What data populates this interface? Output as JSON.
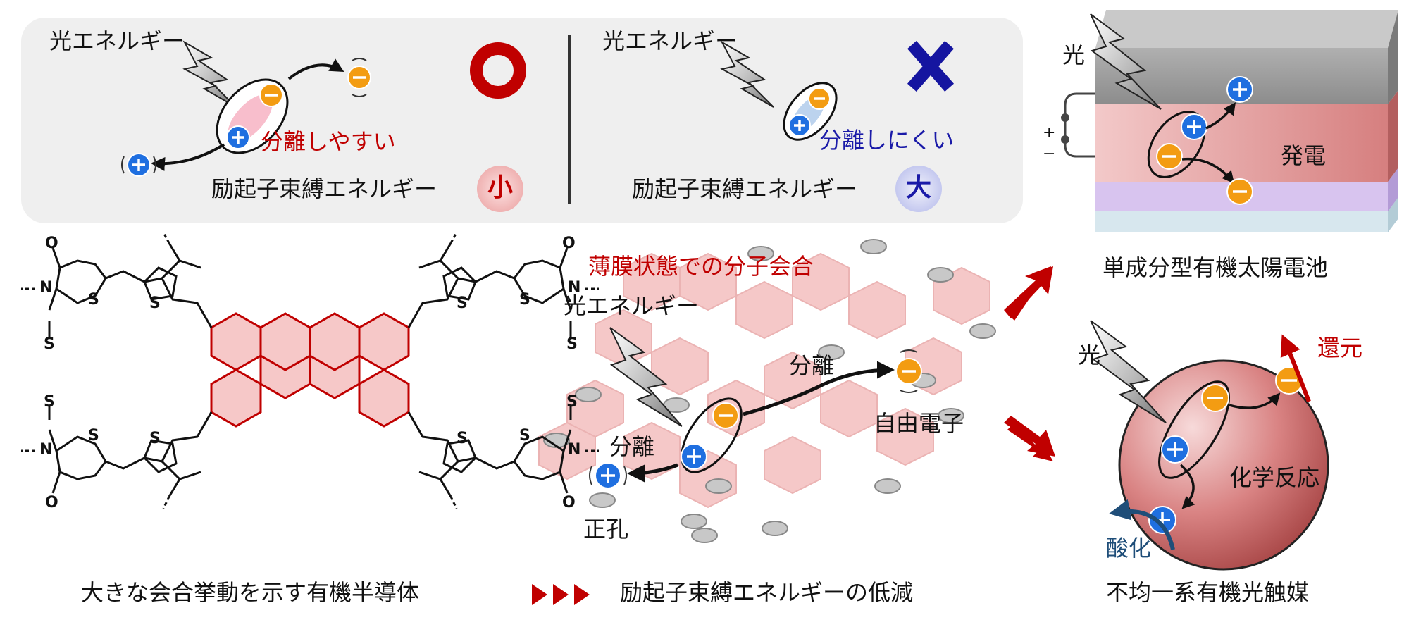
{
  "top_panel": {
    "left": {
      "light_label": "光エネルギー",
      "separation_label": "分離しやすい",
      "binding_label": "励起子束縛エネルギー",
      "size_badge": "小",
      "result_symbol": "○ (good)"
    },
    "right": {
      "light_label": "光エネルギー",
      "separation_label": "分離しにくい",
      "binding_label": "励起子束縛エネルギー",
      "size_badge": "大",
      "result_symbol": "✕ (bad)"
    }
  },
  "solar_cell": {
    "light_label": "光",
    "plus_sign": "+",
    "minus_sign": "−",
    "power_label": "発電",
    "caption": "単成分型有機太陽電池"
  },
  "photocatalyst": {
    "light_label": "光",
    "reduction_label": "還元",
    "reaction_label": "化学反応",
    "oxidation_label": "酸化",
    "caption": "不均一系有機光触媒"
  },
  "film": {
    "title": "薄膜状態での分子会合",
    "light_label": "光エネルギー",
    "separation_right": "分離",
    "separation_left": "分離",
    "free_electron": "自由電子",
    "hole": "正孔"
  },
  "molecule": {
    "atom_o": "O",
    "atom_n": "N",
    "atom_s": "S",
    "caption": "大きな会合挙動を示す有機半導体"
  },
  "bottom_caption": "励起子束縛エネルギーの低減",
  "colors": {
    "red_accent": "#c00000",
    "blue_accent": "#1a1aa8",
    "plus_charge": "#1f6fe0",
    "minus_charge": "#f39c12",
    "panel_bg": "#efefef"
  }
}
